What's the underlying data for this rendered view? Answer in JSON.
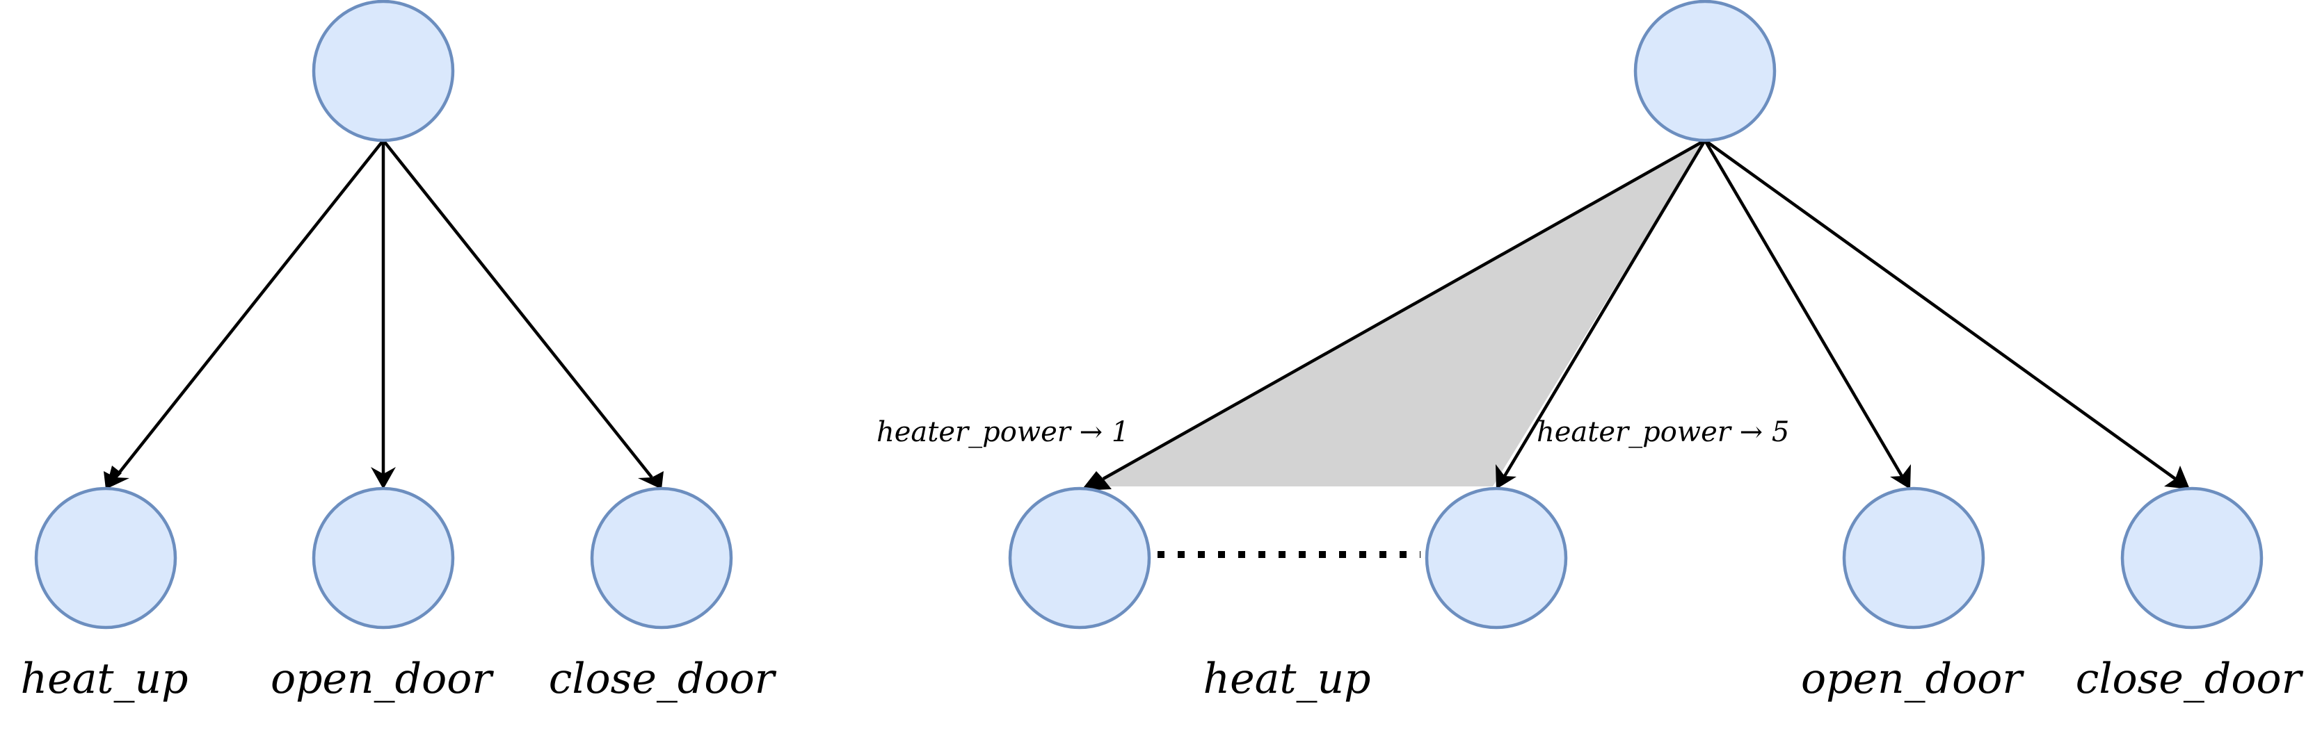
{
  "left_tree": {
    "leaves": [
      {
        "label": "heat_up"
      },
      {
        "label": "open_door"
      },
      {
        "label": "close_door"
      }
    ]
  },
  "right_tree": {
    "edge_labels": [
      {
        "text": "heater_power → 1"
      },
      {
        "text": "heater_power → 5"
      }
    ],
    "leaves": [
      {
        "label": "heat_up"
      },
      {
        "label": "open_door"
      },
      {
        "label": "close_door"
      }
    ]
  },
  "colors": {
    "node_fill": "#dae8fc",
    "node_stroke": "#6c8ebf",
    "shade": "#d3d3d3",
    "edge": "#000000"
  }
}
